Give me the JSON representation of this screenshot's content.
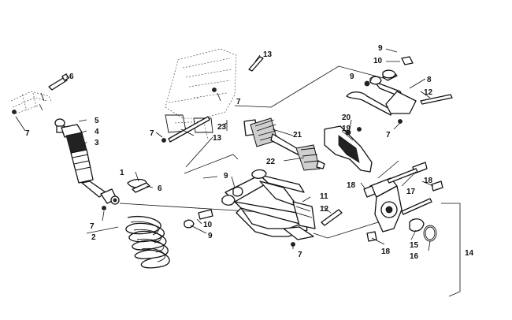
{
  "callouts": {
    "c1": "1",
    "c2": "2",
    "c3": "3",
    "c4": "4",
    "c5": "5",
    "c6a": "6",
    "c6b": "6",
    "c7a": "7",
    "c7b": "7",
    "c7c": "7",
    "c7d": "7",
    "c7e": "7",
    "c7f": "7",
    "c8": "8",
    "c9a": "9",
    "c9b": "9",
    "c9c": "9",
    "c9d": "9",
    "c10a": "10",
    "c10b": "10",
    "c11": "11",
    "c12a": "12",
    "c12b": "12",
    "c13a": "13",
    "c13b": "13",
    "c14": "14",
    "c15": "15",
    "c16": "16",
    "c17": "17",
    "c18a": "18",
    "c18b": "18",
    "c18c": "18",
    "c19": "19",
    "c20": "20",
    "c21": "21",
    "c22": "22",
    "c23": "23"
  }
}
